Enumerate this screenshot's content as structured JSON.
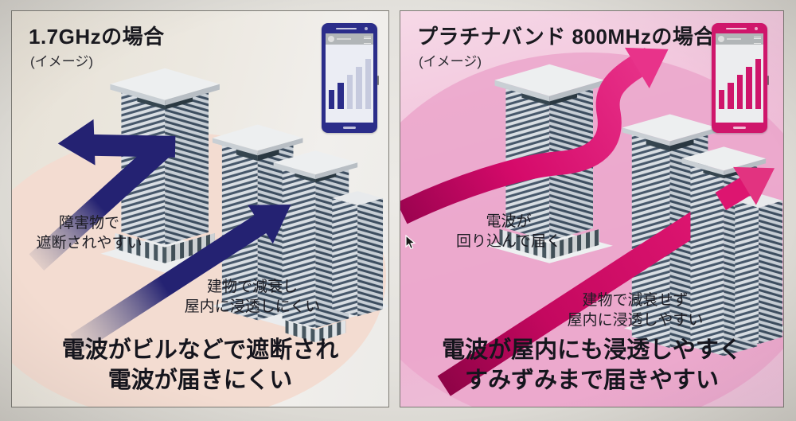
{
  "colors": {
    "left_accent": "#242272",
    "right_accent": "#d50a6a",
    "left_panel_background": "#ebe5dc",
    "left_ellipse": "#f3dcd1",
    "right_panel_background": "#f0bcd7",
    "right_ellipse": "#eba6cb",
    "building_face": "#d9dee3",
    "building_window": "#47586b"
  },
  "panels": {
    "left": {
      "title": "1.7GHzの場合",
      "subtitle": "(イメージ)",
      "labels": {
        "blocked": {
          "line1": "障害物で",
          "line2": "遮断されやすい"
        },
        "attenuated": {
          "line1": "建物で減衰し",
          "line2": "屋内に浸透しにくい"
        }
      },
      "caption": {
        "line1": "電波がビルなどで遮断され",
        "line2": "電波が届きにくい"
      },
      "phone": {
        "signal_filled": 2,
        "signal_total": 5,
        "filled_color": "#2b2d8a",
        "empty_color": "#c6cade",
        "body_color": "#2b2d8a"
      }
    },
    "right": {
      "title": "プラチナバンド 800MHzの場合",
      "subtitle": "(イメージ)",
      "labels": {
        "wraparound": {
          "line1": "電波が",
          "line2": "回り込んで届く"
        },
        "penetrates": {
          "line1": "建物で減衰せず",
          "line2": "屋内に浸透しやすい"
        }
      },
      "caption": {
        "line1": "電波が屋内にも浸透しやすく",
        "line2": "すみずみまで届きやすい"
      },
      "phone": {
        "signal_filled": 5,
        "signal_total": 5,
        "filled_color": "#cf166b",
        "empty_color": "#e9b9cd",
        "body_color": "#cf166b"
      }
    }
  }
}
